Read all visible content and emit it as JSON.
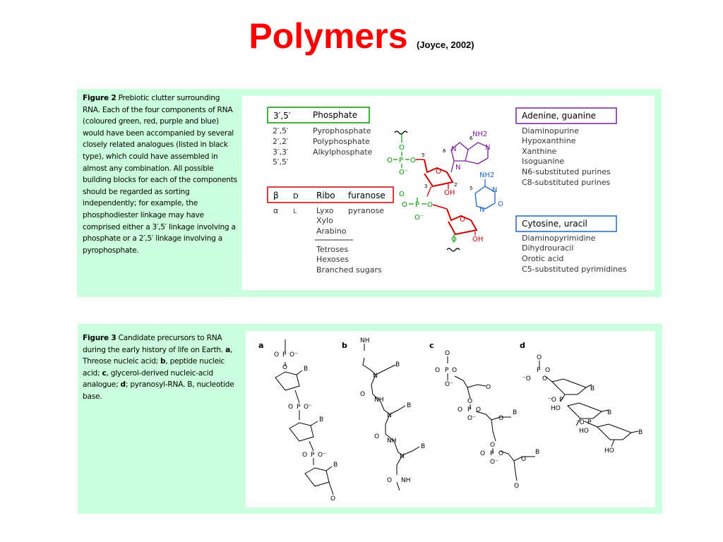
{
  "slide": {
    "title": "Polymers",
    "citation": "(Joyce, 2002)"
  },
  "figure2": {
    "label": "Figure 2",
    "caption": "Prebiotic clutter surrounding RNA. Each of the four components of RNA (coloured green, red, purple and blue) would have been accompanied by several closely related analogues (listed in black type), which could have assembled in almost any combination. All possible building blocks for each of the components should be regarded as sorting independently; for example, the phosphodiester linkage may have comprised either a 3′,5′ linkage involving a phosphate or a 2′,5′ linkage involving a pyrophosphate.",
    "phosphate": {
      "box_left": "3′,5′",
      "box_right": "Phosphate",
      "col1": [
        "2′,5′",
        "2′,2′",
        "3′,3′",
        "5′,5′"
      ],
      "col2": [
        "Pyrophosphate",
        "Polyphosphate",
        "Alkylphosphate"
      ]
    },
    "sugar": {
      "box_beta": "β",
      "box_d": "D",
      "box_ribo": "Ribo",
      "box_furanose": "furanose",
      "alpha": "α",
      "l": "L",
      "aldoses": [
        "Lyxo",
        "Xylo",
        "Arabino"
      ],
      "ring": "pyranose",
      "others": [
        "Tetroses",
        "Hexoses",
        "Branched sugars"
      ]
    },
    "purine": {
      "box": "Adenine, guanine",
      "items": [
        "Diaminopurine",
        "Hypoxanthine",
        "Xanthine",
        "Isoguanine",
        "N6-substituted purines",
        "C8-substituted purines"
      ]
    },
    "pyrimidine": {
      "box": "Cytosine, uracil",
      "items": [
        "Diaminopyrimidine",
        "Dihydrouracil",
        "Orotic acid",
        "C5-substituted pyrimidines"
      ]
    },
    "structure_labels": {
      "nh2_a": "NH2",
      "nh2_c": "NH2",
      "oh1": "OH",
      "oh2": "OH",
      "p": "P",
      "o": "O",
      "ominus": "O⁻",
      "n": "N",
      "n6": "6",
      "n8": "8",
      "n5": "5",
      "p3": "3",
      "p5": "5′",
      "p2": "2′"
    }
  },
  "figure3": {
    "label": "Figure 3",
    "caption_a": "Candidate precursors to RNA during the early history of life on Earth.",
    "a": "a",
    "a_text": "Threose nucleic acid;",
    "b": "b",
    "b_text": "peptide nucleic acid;",
    "c": "c",
    "c_text": "glycerol-derived nucleic-acid analogue;",
    "d": "d",
    "d_text": "pyranosyl-RNA. B, nucleotide base.",
    "panel_letters": [
      "a",
      "b",
      "c",
      "d"
    ],
    "atoms": {
      "B": "B",
      "O": "O",
      "P": "P",
      "NH": "NH",
      "N": "N",
      "HO": "HO",
      "ominus": "O⁻",
      "minus_o": "⁻O"
    }
  },
  "colors": {
    "title": "#ff0000",
    "panel_bg": "#ccffdd",
    "phosphate": "#009900",
    "sugar": "#cc0000",
    "purine": "#7a1fa2",
    "pyrimidine": "#1a66cc"
  }
}
